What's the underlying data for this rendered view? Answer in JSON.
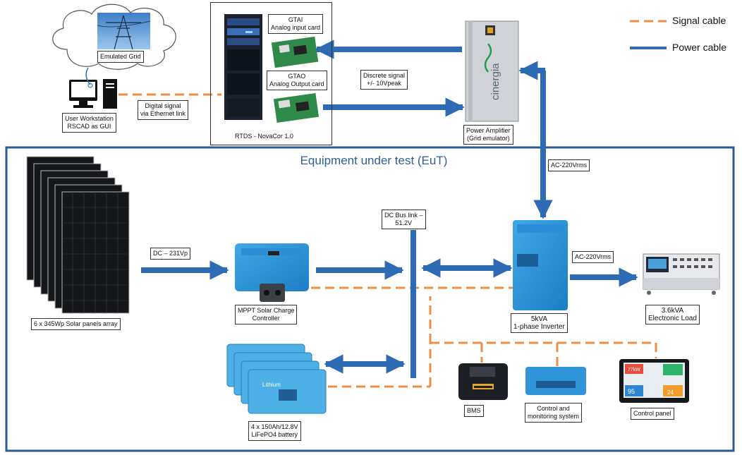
{
  "legend": {
    "signal": "Signal cable",
    "power": "Power cable"
  },
  "colors": {
    "signal": "#ea8f45",
    "power": "#2e6bb5",
    "frame": "#2b5b95"
  },
  "eut_title": "Equipment under test (EuT)",
  "labels": {
    "emulated_grid": "Emulated Grid",
    "workstation": [
      "User Workstation",
      "RSCAD as GUI"
    ],
    "digital_signal": [
      "Digital signal",
      "via Ethernet link"
    ],
    "gtai": [
      "GTAI",
      "Analog input card"
    ],
    "gtao": [
      "GTAO",
      "Analog Output card"
    ],
    "rtds": "RTDS - NovaCor 1.0",
    "discrete": [
      "Discrete signal",
      "+/- 10Vpeak"
    ],
    "amplifier": [
      "Power Amplifier",
      "(Grid emulator)"
    ],
    "ac_top": "AC-220Vrms",
    "dc_link": [
      "DC Bus link –",
      "51.2V"
    ],
    "dc_pv": "DC – 231Vp",
    "ac_load": "AC-220Vrms",
    "solar": "6 x 345Wp Solar panels array",
    "mppt": [
      "MPPT Solar Charge",
      "Controller"
    ],
    "inverter": [
      "5kVA",
      "1-phase Inverter"
    ],
    "load": [
      "3.6kVA",
      "Electronic Load"
    ],
    "battery": [
      "4 x 150Ah/12.8V",
      "LiFePO4 battery"
    ],
    "bms": "BMS",
    "control_mon": [
      "Control and",
      "monitoring system"
    ],
    "control_panel": "Control panel"
  },
  "device_text": {
    "cinergia": "cinergia",
    "battery_brand": "Lithium",
    "panel_tiles": [
      "77kW",
      "95",
      "24"
    ]
  }
}
